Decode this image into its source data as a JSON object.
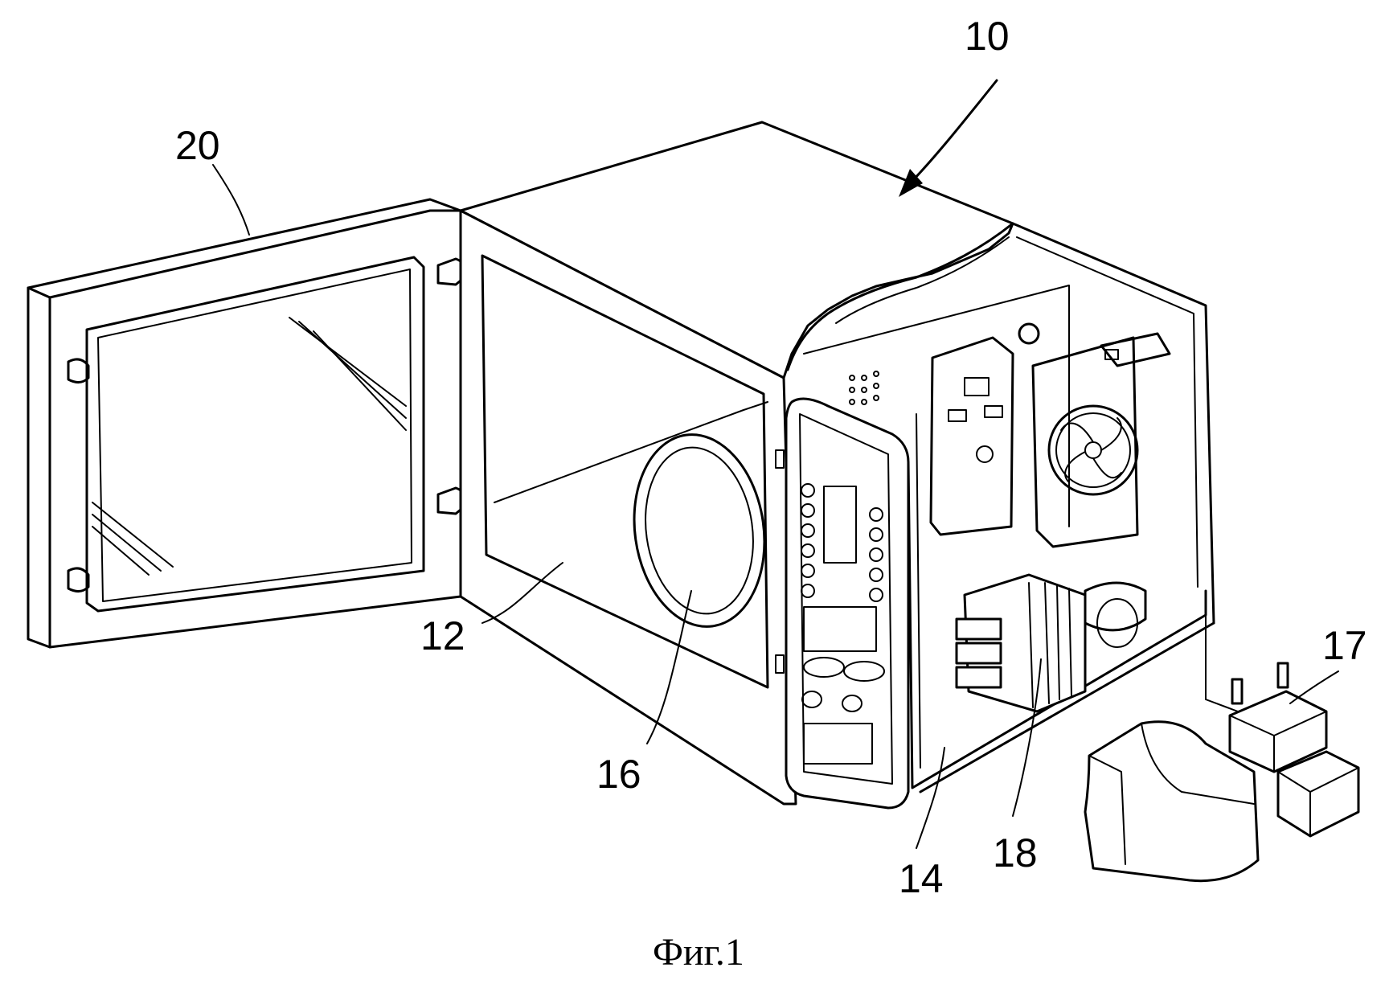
{
  "figure": {
    "caption": "Фиг.1",
    "labels": {
      "housing": "10",
      "cooking_chamber": "12",
      "machine_room": "14",
      "turntable": "16",
      "capacitor": "17",
      "transformer": "18",
      "door": "20"
    }
  }
}
